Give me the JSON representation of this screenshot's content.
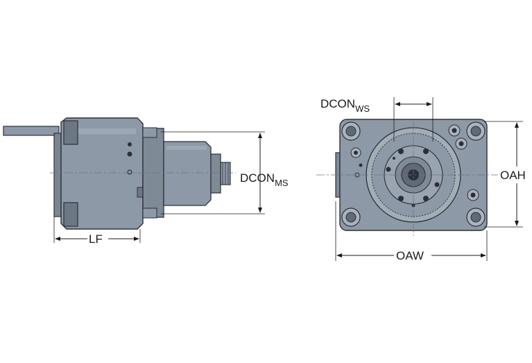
{
  "labels": {
    "lf": "LF",
    "dcon": "DCON",
    "ms": "MS",
    "ws": "WS",
    "oah": "OAH",
    "oaw": "OAW"
  },
  "colors": {
    "body": "#8e99a7",
    "body_dark": "#5f6a77",
    "body_light": "#b7c0ca",
    "outline": "#2b3038",
    "dimension": "#1a1a1a",
    "centerline": "#6b7280"
  }
}
